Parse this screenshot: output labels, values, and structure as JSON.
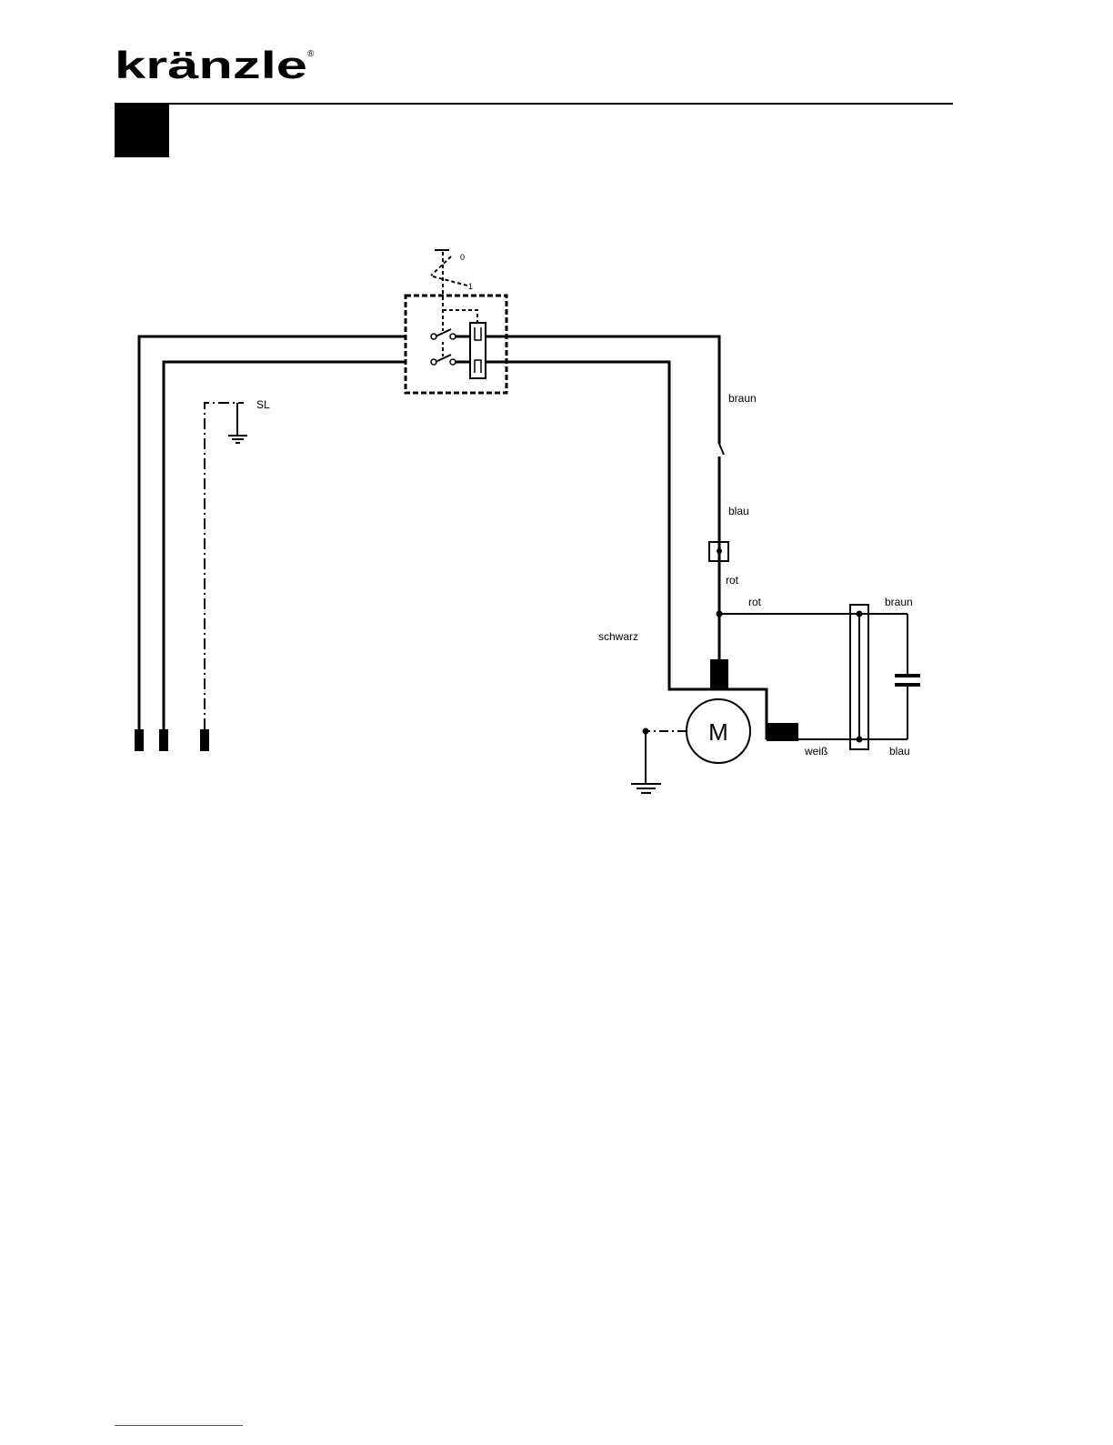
{
  "brand": {
    "logo_text": "kränzle",
    "registered_mark": "®"
  },
  "colors": {
    "ink": "#000000",
    "paper": "#ffffff",
    "footer_rule": "#3355cc"
  },
  "diagram": {
    "labels": {
      "ground_sl": "SL",
      "braun_top": "braun",
      "blau_mid": "blau",
      "rot_vertical": "rot",
      "rot_horizontal": "rot",
      "braun_capacitor": "braun",
      "schwarz": "schwarz",
      "weiss": "weiß",
      "blau_capacitor": "blau",
      "motor": "M",
      "switch_state_off": "0",
      "switch_state_on": "1"
    }
  }
}
